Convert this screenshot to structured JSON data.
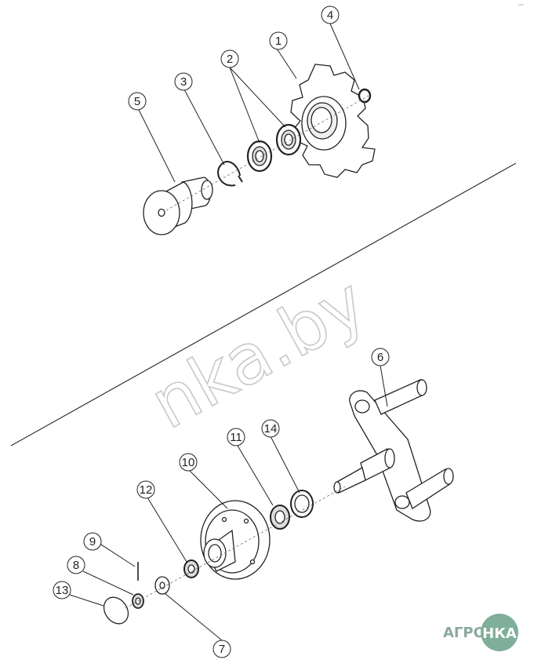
{
  "corner_note": "ᵖ ᵗʰᵉ",
  "watermark": "nka.by",
  "logo": {
    "text_left": "АГРО",
    "text_badge": "НКА",
    "badge_color": "#7fae9a",
    "text_color": "#8aa99b"
  },
  "callouts": [
    {
      "id": "1",
      "label": "1"
    },
    {
      "id": "2",
      "label": "2"
    },
    {
      "id": "3",
      "label": "3"
    },
    {
      "id": "4",
      "label": "4"
    },
    {
      "id": "5",
      "label": "5"
    },
    {
      "id": "6",
      "label": "6"
    },
    {
      "id": "7",
      "label": "7"
    },
    {
      "id": "8",
      "label": "8"
    },
    {
      "id": "9",
      "label": "9"
    },
    {
      "id": "10",
      "label": "10"
    },
    {
      "id": "11",
      "label": "11"
    },
    {
      "id": "12",
      "label": "12"
    },
    {
      "id": "13",
      "label": "13"
    },
    {
      "id": "14",
      "label": "14"
    }
  ]
}
